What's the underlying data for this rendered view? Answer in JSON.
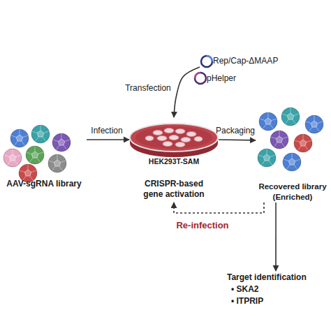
{
  "diagram": {
    "nodes": [
      {
        "text": [
          "AAV-sgRNA library"
        ]
      },
      {
        "text": [
          "Rep/Cap-ΔMAAP"
        ]
      },
      {
        "text": [
          "pHelper"
        ]
      },
      {
        "text": [
          "HEK293T-SAM",
          "CRISPR-based gene activation"
        ]
      },
      {
        "text": [
          "Recovered library (Enriched)"
        ]
      },
      {
        "text": [
          "Target identification",
          "• SKA2",
          "• ITPRIP"
        ]
      }
    ],
    "edges": [
      {
        "from": 0,
        "to": 3,
        "label": "Infection",
        "arrow": "to"
      },
      {
        "from": 1,
        "to": 3,
        "label": "Transfection",
        "arrow": "to"
      },
      {
        "from": 3,
        "to": 4,
        "label": "Packaging",
        "arrow": "to"
      },
      {
        "from": 4,
        "to": 3,
        "label": "Re-infection",
        "arrow": "to"
      },
      {
        "from": 4,
        "to": 5,
        "arrow": "to"
      }
    ]
  }
}
